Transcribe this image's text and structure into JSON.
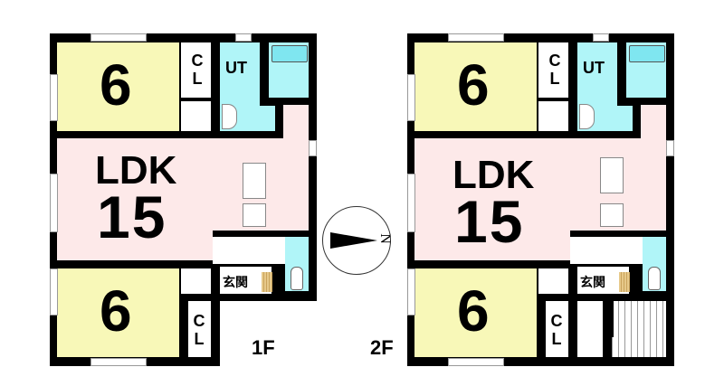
{
  "floors": [
    {
      "label": "1F",
      "rooms": {
        "bedroom_top": "6",
        "closet_top": [
          "C",
          "L"
        ],
        "utility": "UT",
        "ldk_name": "LDK",
        "ldk_size": "15",
        "entrance": "玄関",
        "bedroom_bottom": "6",
        "closet_bottom": [
          "C",
          "L"
        ]
      }
    },
    {
      "label": "2F",
      "rooms": {
        "bedroom_top": "6",
        "closet_top": [
          "C",
          "L"
        ],
        "utility": "UT",
        "ldk_name": "LDK",
        "ldk_size": "15",
        "entrance": "玄関",
        "bedroom_bottom": "6",
        "closet_bottom": [
          "C",
          "L"
        ]
      }
    }
  ],
  "compass": {
    "north_label": "N",
    "icon": "north-arrow-icon"
  },
  "colors": {
    "bedroom": "#f8f8b8",
    "ldk": "#fde9e9",
    "wet_area": "#b0f5f8",
    "wall": "#000000"
  }
}
